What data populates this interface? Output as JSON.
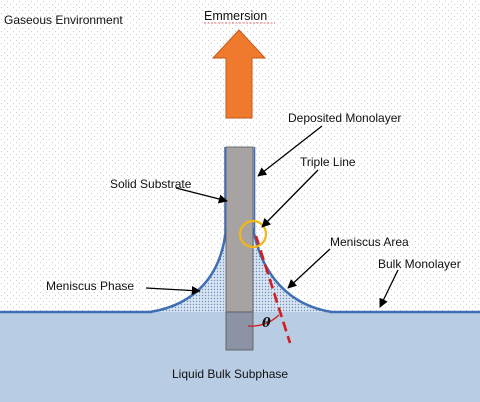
{
  "labels": {
    "gaseous_environment": "Gaseous Environment",
    "emmersion": "Emmersion",
    "deposited_monolayer": "Deposited  Monolayer",
    "solid_substrate": "Solid Substrate",
    "triple_line": "Triple Line",
    "meniscus_area": "Meniscus Area",
    "bulk_monolayer": "Bulk Monolayer",
    "meniscus_phase": "Meniscus Phase",
    "liquid_bulk_subphase": "Liquid Bulk Subphase",
    "contact_angle": "θ"
  },
  "colors": {
    "gas_dots": "#c9ced8",
    "liquid": "#b8cde4",
    "monolayer": "#3f6eb4",
    "substrate": "#a7a3a3",
    "substrate_submerged": "#8c93a5",
    "arrow": "#ef7a2e",
    "arrow_stroke": "#c55a17",
    "triple_circle": "#f2b617",
    "contact_line": "#d01f1f",
    "pointer": "#000000"
  }
}
